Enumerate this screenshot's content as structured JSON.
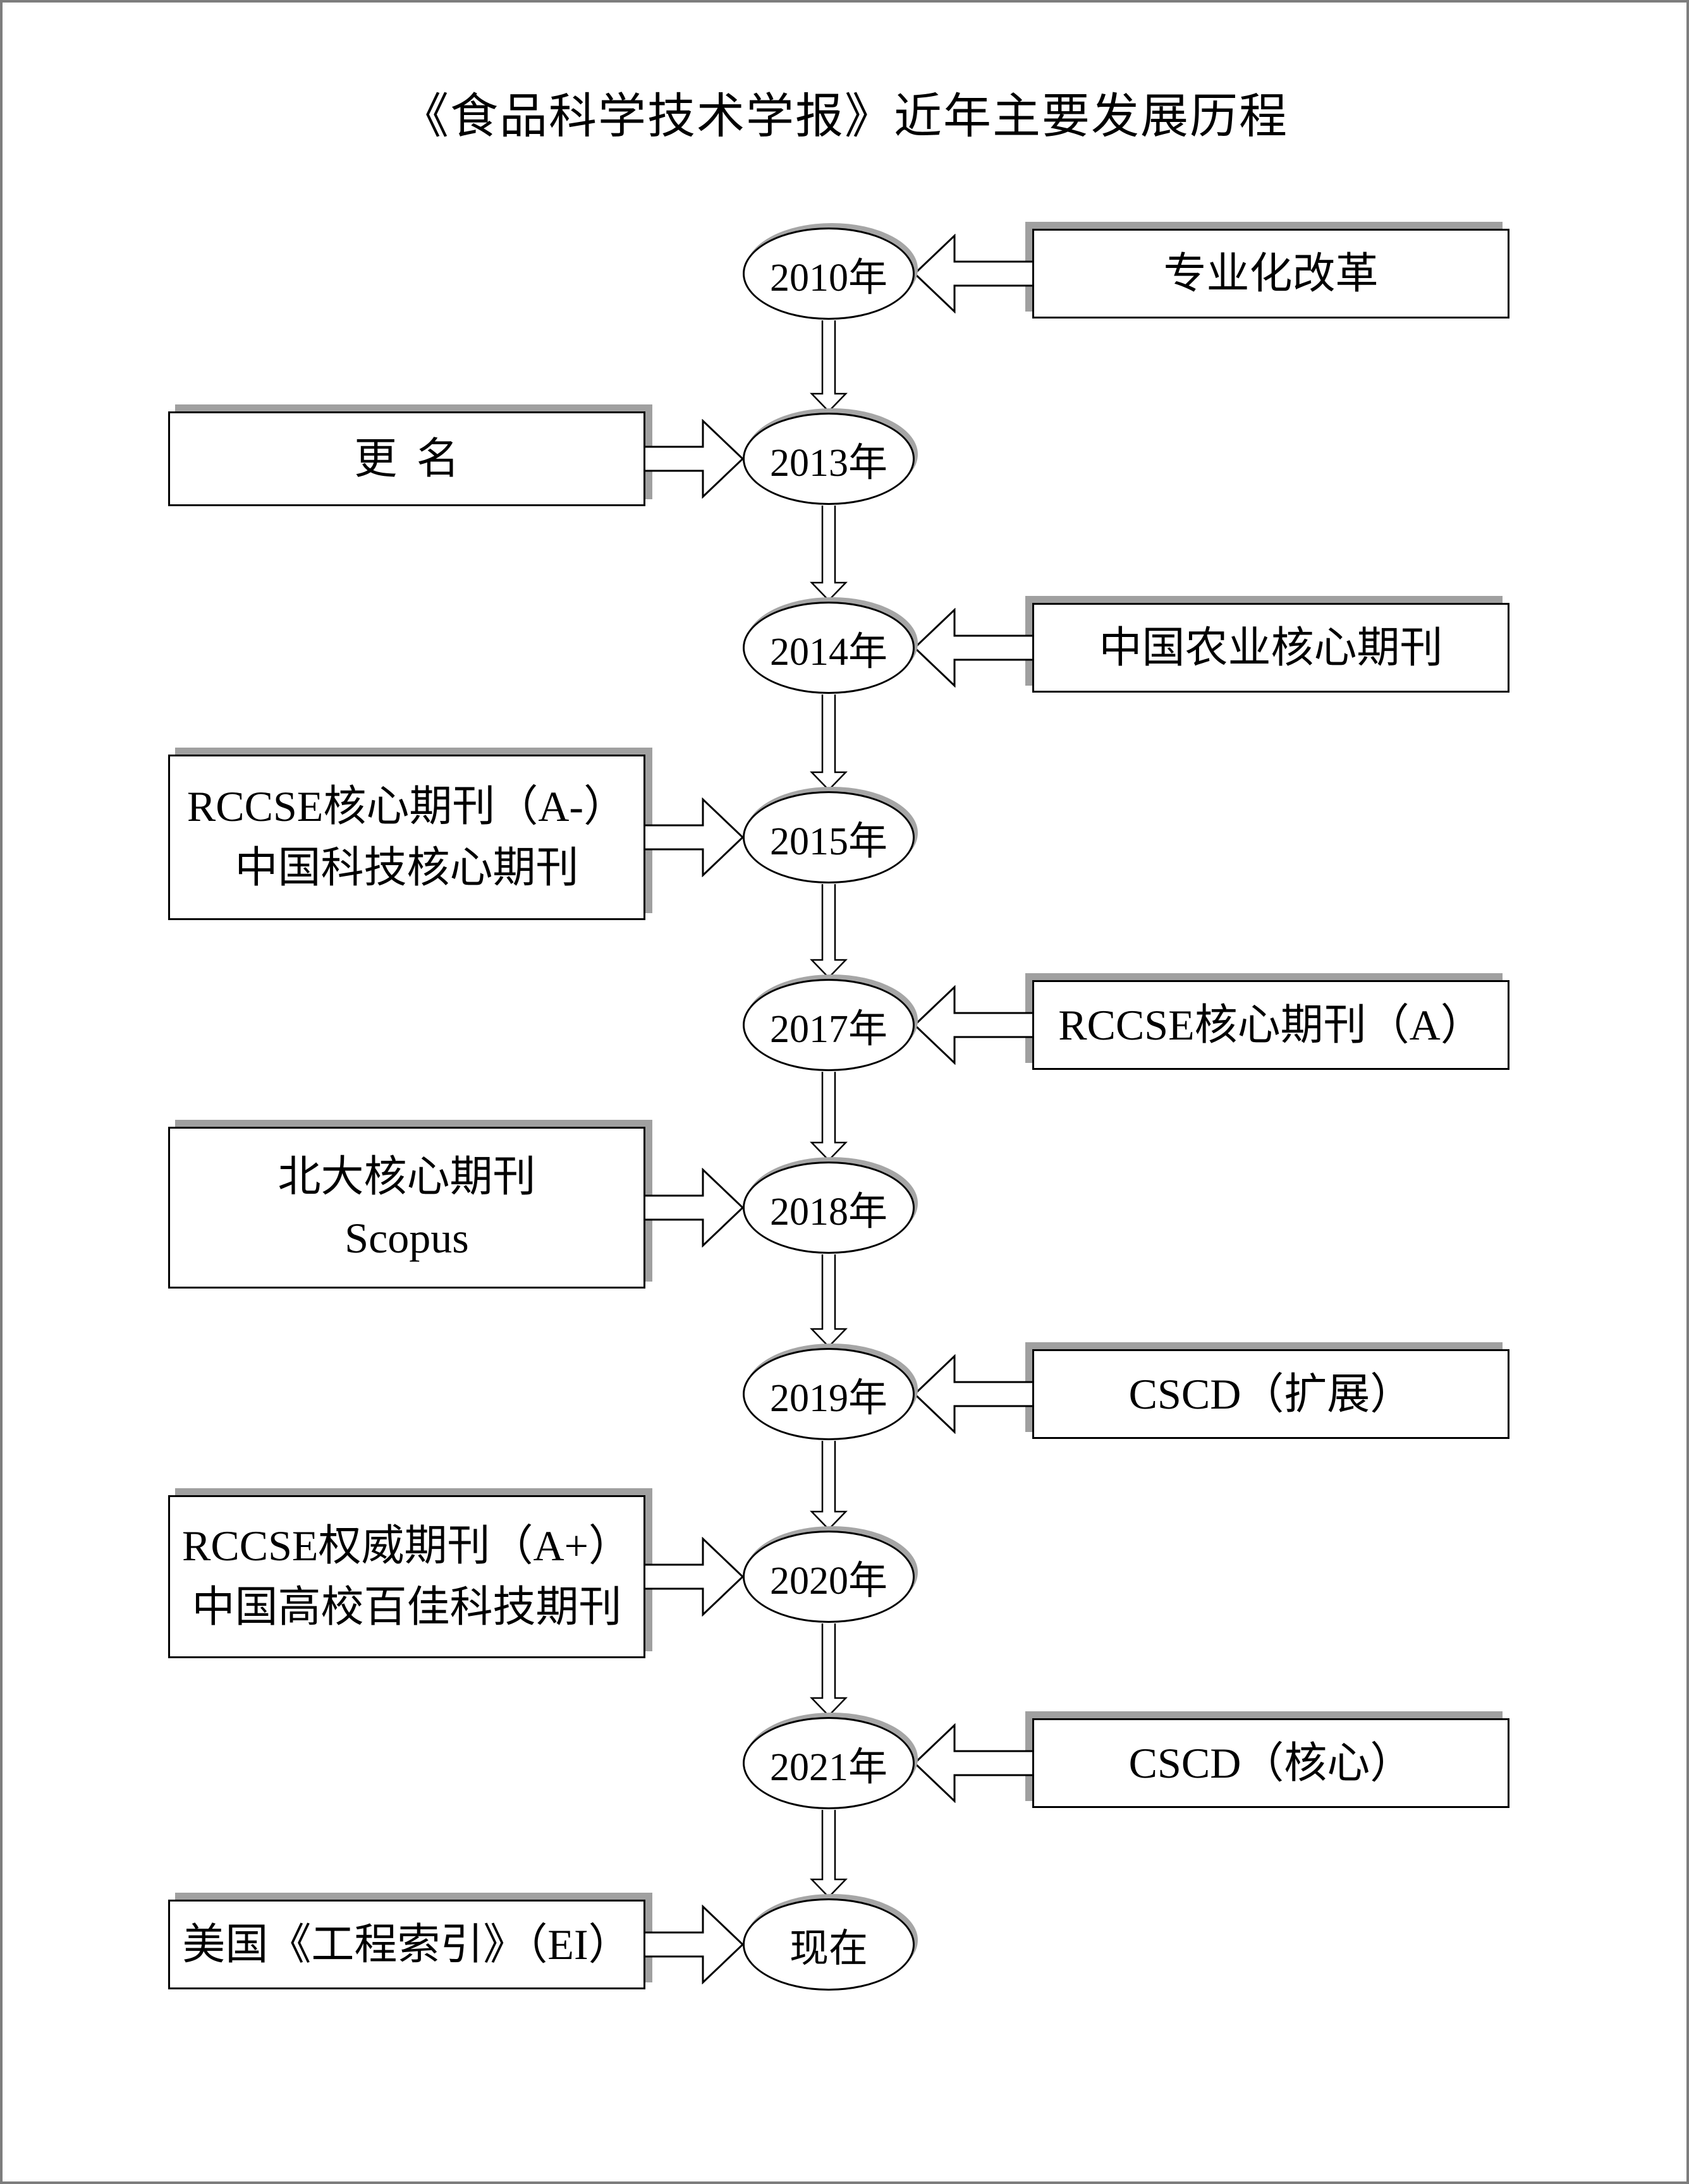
{
  "title": "《食品科学技术学报》近年主要发展历程",
  "timeline": {
    "nodes": [
      {
        "year": "2010年",
        "box": {
          "side": "right",
          "lines": [
            "专业化改革"
          ]
        }
      },
      {
        "year": "2013年",
        "box": {
          "side": "left",
          "lines": [
            "更名"
          ]
        }
      },
      {
        "year": "2014年",
        "box": {
          "side": "right",
          "lines": [
            "中国农业核心期刊"
          ]
        }
      },
      {
        "year": "2015年",
        "box": {
          "side": "left",
          "lines": [
            "RCCSE核心期刊（A-）",
            "中国科技核心期刊"
          ]
        }
      },
      {
        "year": "2017年",
        "box": {
          "side": "right",
          "lines": [
            "RCCSE核心期刊（A）"
          ]
        }
      },
      {
        "year": "2018年",
        "box": {
          "side": "left",
          "lines": [
            "北大核心期刊",
            "Scopus"
          ]
        }
      },
      {
        "year": "2019年",
        "box": {
          "side": "right",
          "lines": [
            "CSCD（扩展）"
          ]
        }
      },
      {
        "year": "2020年",
        "box": {
          "side": "left",
          "lines": [
            "RCCSE权威期刊（A+）",
            "中国高校百佳科技期刊"
          ]
        }
      },
      {
        "year": "2021年",
        "box": {
          "side": "right",
          "lines": [
            "CSCD（核心）"
          ]
        }
      },
      {
        "year": "现在",
        "box": {
          "side": "left",
          "lines": [
            "美国《工程索引》（EI）"
          ]
        }
      }
    ]
  },
  "colors": {
    "stroke": "#000000",
    "fill": "#ffffff",
    "shadow": "#a0a0a0",
    "page_border": "#7d7d7d"
  }
}
